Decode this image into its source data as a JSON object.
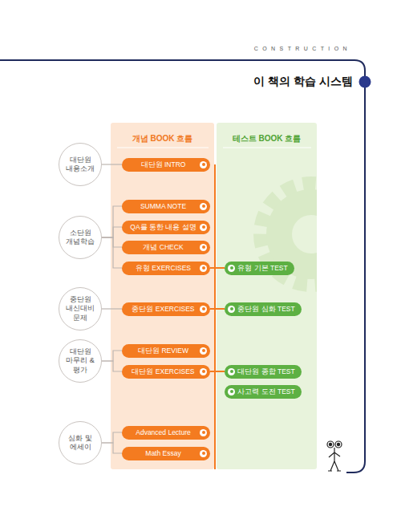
{
  "diagram": {
    "title": "이 책의 학습 시스템",
    "nodes": [
      {
        "text": [
          "개념 BOOK 흐름"
        ]
      },
      {
        "text": [
          "테스트 BOOK 흐름"
        ]
      },
      {
        "text": [
          "대단원 내용소개"
        ]
      },
      {
        "text": [
          "대단원 INTRO"
        ],
        "in": 0
      },
      {
        "text": [
          "소단원 개념학습"
        ]
      },
      {
        "text": [
          "SUMMA NOTE"
        ],
        "in": 0
      },
      {
        "text": [
          "QA를 통한 내용 설명"
        ],
        "in": 0
      },
      {
        "text": [
          "개념 CHECK"
        ],
        "in": 0
      },
      {
        "text": [
          "유형 EXERCISES"
        ],
        "in": 0
      },
      {
        "text": [
          "유형 기본 TEST"
        ],
        "in": 1
      },
      {
        "text": [
          "중단원 내신대비 문제"
        ]
      },
      {
        "text": [
          "중단원 EXERCISES"
        ],
        "in": 0
      },
      {
        "text": [
          "중단원 심화 TEST"
        ],
        "in": 1
      },
      {
        "text": [
          "대단원 마무리 & 평가"
        ]
      },
      {
        "text": [
          "대단원 REVIEW"
        ],
        "in": 0
      },
      {
        "text": [
          "대단원 EXERCISES"
        ],
        "in": 0
      },
      {
        "text": [
          "대단원 종합 TEST"
        ],
        "in": 1
      },
      {
        "text": [
          "사고력 도전 TEST"
        ],
        "in": 1
      },
      {
        "text": [
          "심화 및 에세이"
        ]
      },
      {
        "text": [
          "Advanced Lecture"
        ],
        "in": 0
      },
      {
        "text": [
          "Math Essay"
        ],
        "in": 0
      }
    ],
    "edges": [
      {
        "from": 2,
        "to": 3,
        "arrow": "none"
      },
      {
        "from": 4,
        "to": 5,
        "arrow": "none"
      },
      {
        "from": 4,
        "to": 6,
        "arrow": "none"
      },
      {
        "from": 4,
        "to": 7,
        "arrow": "none"
      },
      {
        "from": 4,
        "to": 8,
        "arrow": "none"
      },
      {
        "from": 8,
        "to": 9,
        "arrow": "none"
      },
      {
        "from": 10,
        "to": 11,
        "arrow": "none"
      },
      {
        "from": 11,
        "to": 12,
        "arrow": "none"
      },
      {
        "from": 13,
        "to": 14,
        "arrow": "none"
      },
      {
        "from": 13,
        "to": 15,
        "arrow": "none"
      },
      {
        "from": 15,
        "to": 16,
        "arrow": "none"
      },
      {
        "from": 18,
        "to": 19,
        "arrow": "none"
      },
      {
        "from": 18,
        "to": 20,
        "arrow": "none"
      }
    ],
    "labels": [
      "CONSTRUCTION"
    ]
  }
}
